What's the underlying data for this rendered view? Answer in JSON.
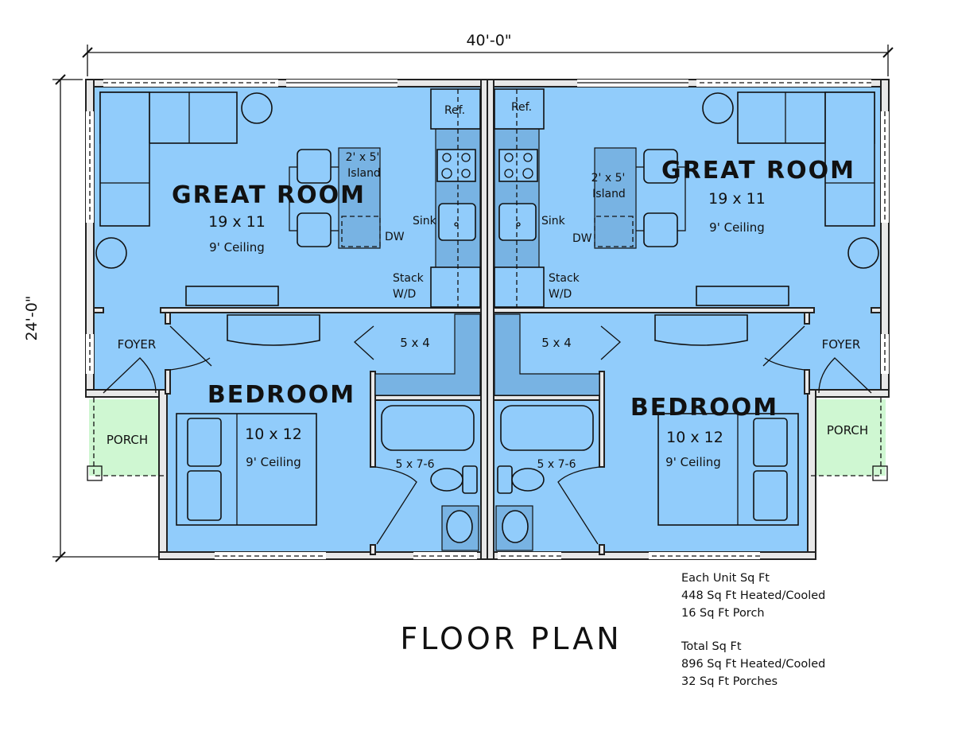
{
  "dimensions": {
    "width": "40'-0\"",
    "depth": "24'-0\""
  },
  "title": "FLOOR PLAN",
  "units": [
    {
      "great_room": {
        "name": "GREAT ROOM",
        "size": "19 x 11",
        "ceiling": "9' Ceiling"
      },
      "bedroom": {
        "name": "BEDROOM",
        "size": "10 x 12",
        "ceiling": "9' Ceiling"
      },
      "foyer": "FOYER",
      "porch": "PORCH",
      "closet": "5 x 4",
      "bath": "5 x 7-6",
      "kitchen": {
        "ref": "Ref.",
        "island_size": "2' x 5'",
        "island": "Island",
        "sink": "Sink",
        "dw": "DW",
        "stack": "Stack",
        "wd": "W/D"
      }
    },
    {
      "great_room": {
        "name": "GREAT ROOM",
        "size": "19 x 11",
        "ceiling": "9' Ceiling"
      },
      "bedroom": {
        "name": "BEDROOM",
        "size": "10 x 12",
        "ceiling": "9' Ceiling"
      },
      "foyer": "FOYER",
      "porch": "PORCH",
      "closet": "5 x 4",
      "bath": "5 x 7-6",
      "kitchen": {
        "ref": "Ref.",
        "island_size": "2' x 5'",
        "island": "Island",
        "sink": "Sink",
        "dw": "DW",
        "stack": "Stack",
        "wd": "W/D"
      }
    }
  ],
  "stats": {
    "unit_heading": "Each Unit Sq Ft",
    "unit_heated": "448 Sq Ft Heated/Cooled",
    "unit_porch": "16 Sq Ft Porch",
    "total_heading": "Total Sq Ft",
    "total_heated": "896 Sq Ft Heated/Cooled",
    "total_porch": "32 Sq Ft Porches"
  },
  "colors": {
    "room": "#91ccfb",
    "porch": "#cff7d2",
    "counter": "#78b3e3"
  }
}
